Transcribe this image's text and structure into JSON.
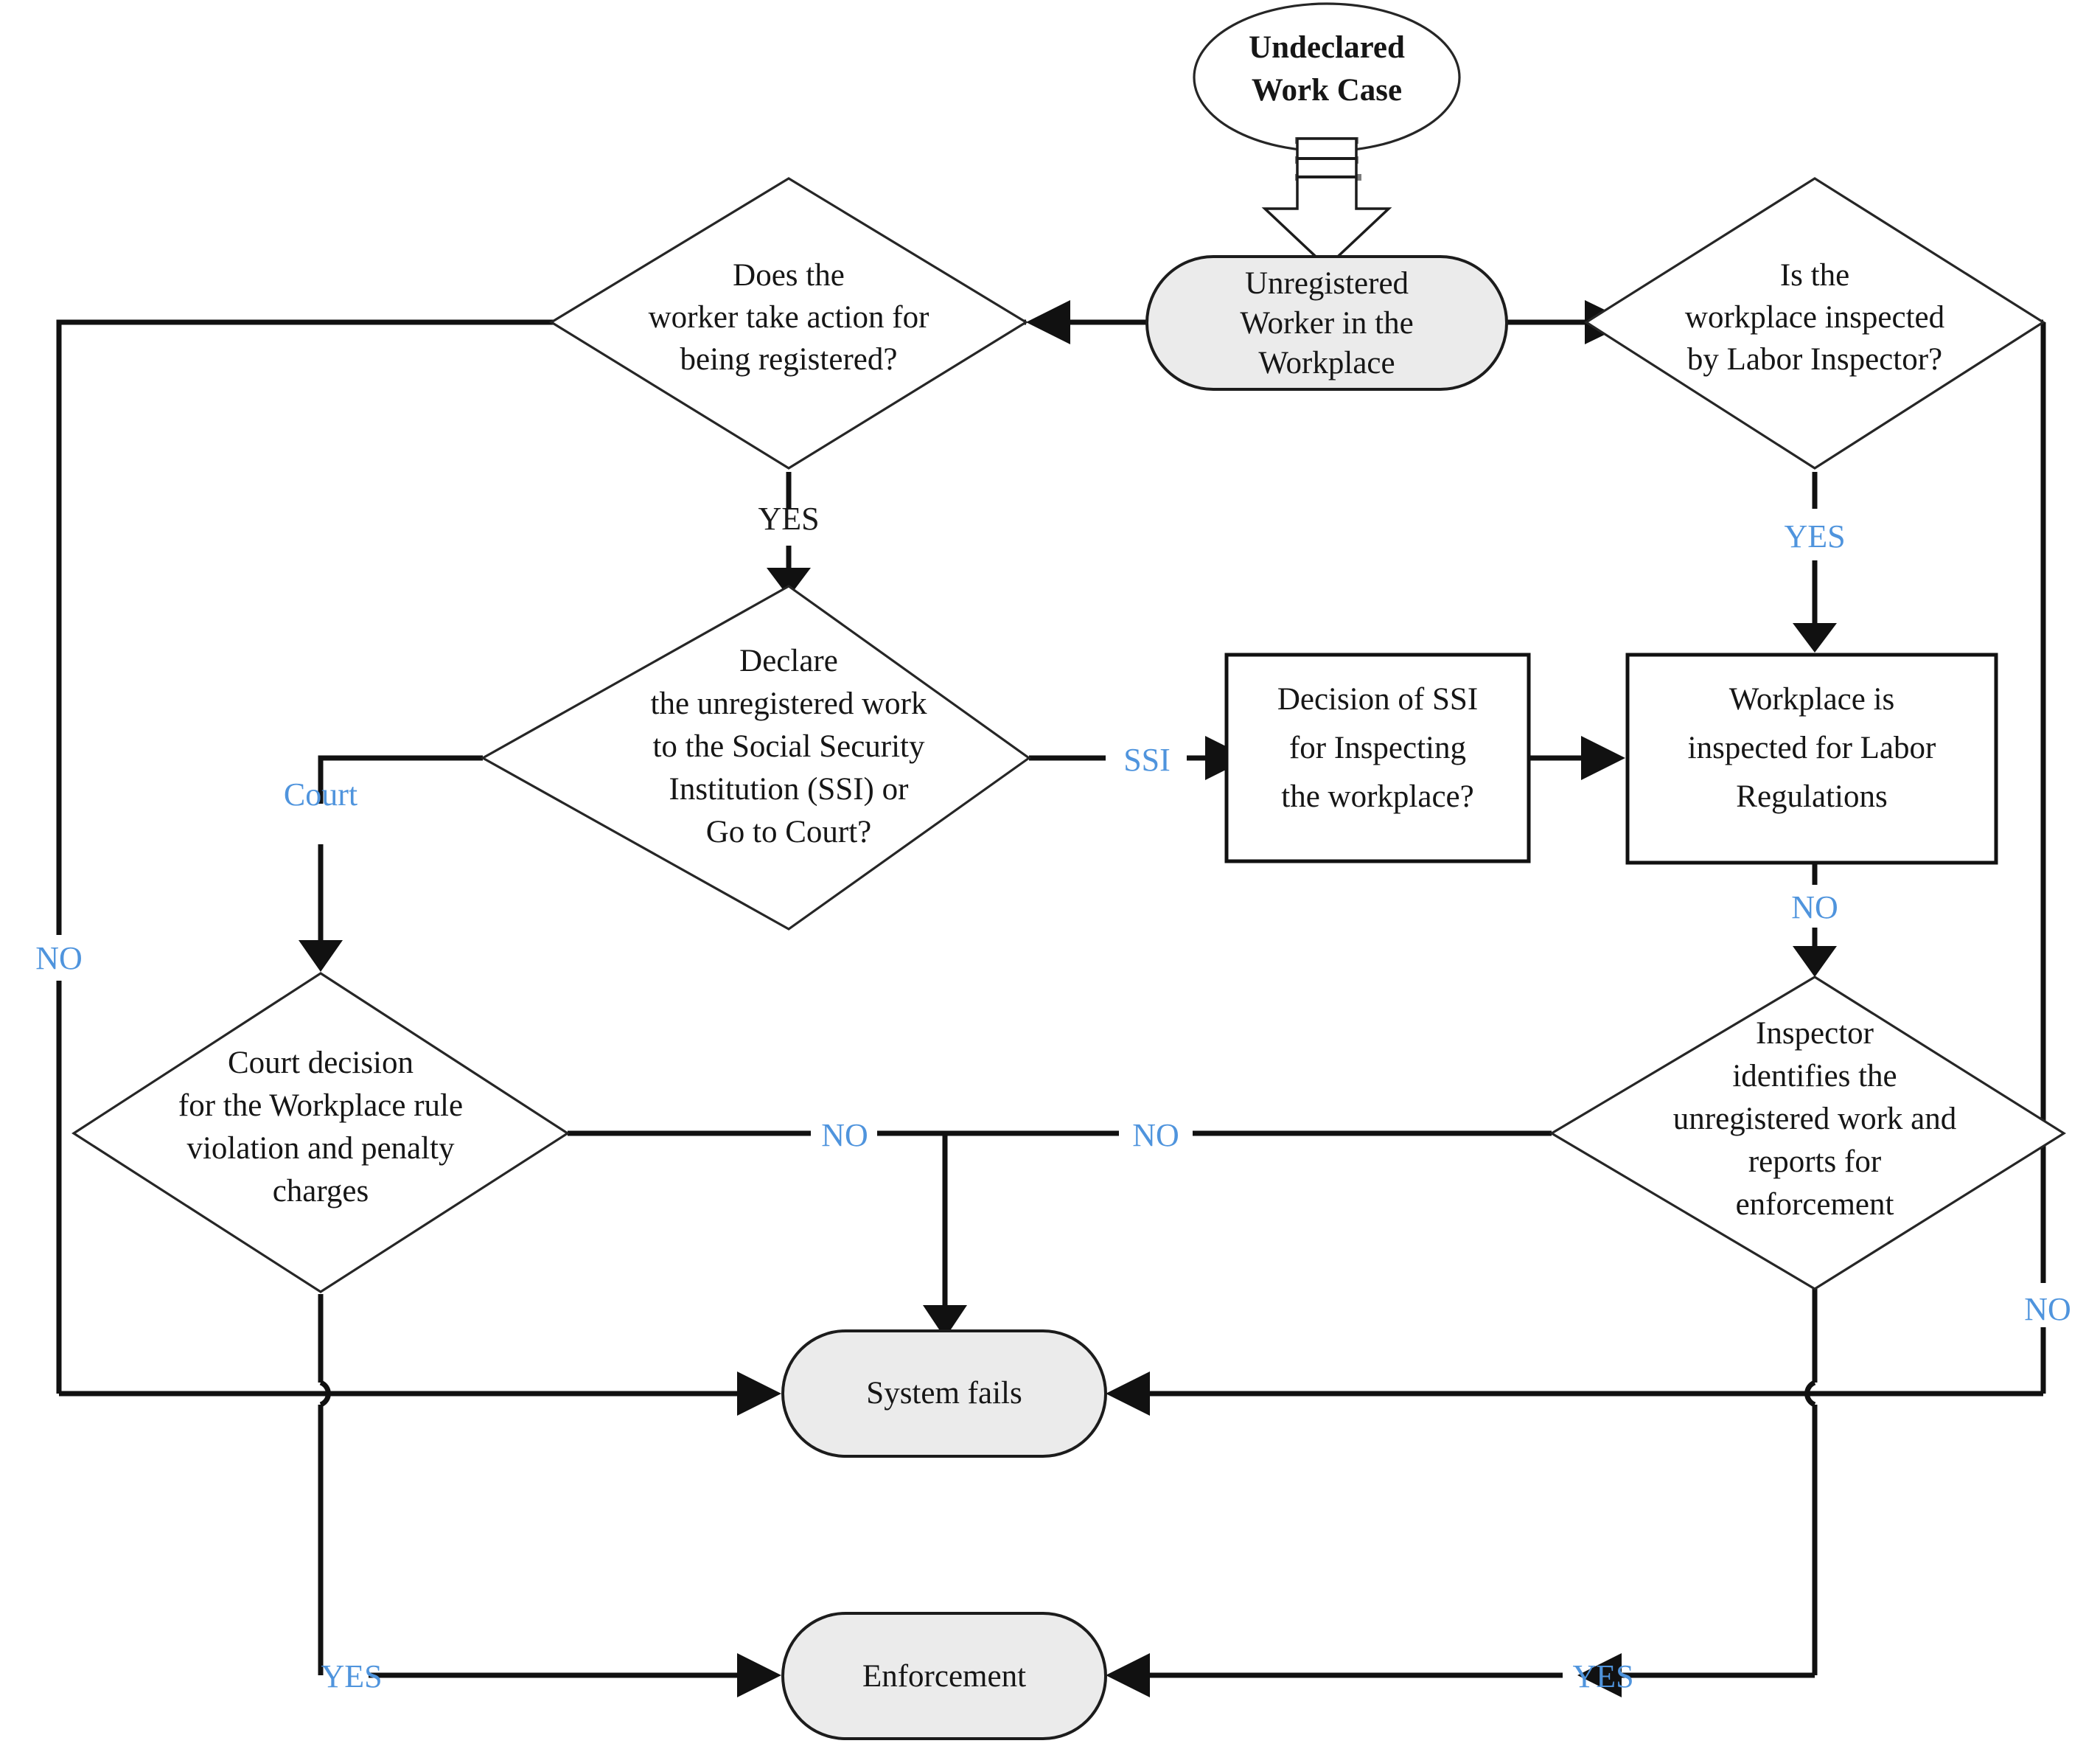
{
  "diagram": {
    "title": "Undeclared Work Case",
    "colors": {
      "edge_label_blue": "#4f94dd",
      "node_fill_gray": "#ebebeb",
      "node_fill_white": "#ffffff",
      "stroke": "#111111",
      "text": "#161616"
    }
  },
  "nodes": {
    "start": {
      "id": "start",
      "shape": "ellipse",
      "lines": [
        "Undeclared",
        "Work Case"
      ]
    },
    "unregistered_worker": {
      "id": "unregistered-worker",
      "shape": "rounded",
      "lines": [
        "Unregistered",
        "Worker in the",
        "Workplace"
      ]
    },
    "worker_action": {
      "id": "worker-action",
      "shape": "diamond",
      "lines": [
        "Does the",
        "worker take action for",
        "being registered?"
      ]
    },
    "workplace_inspected": {
      "id": "workplace-inspected",
      "shape": "diamond",
      "lines": [
        "Is the",
        "workplace inspected",
        "by Labor Inspector?"
      ]
    },
    "declare_or_court": {
      "id": "declare-or-court",
      "shape": "diamond",
      "lines": [
        "Declare",
        "the unregistered work",
        "to the Social Security",
        "Institution (SSI)  or",
        "Go to Court?"
      ]
    },
    "ssi_decision": {
      "id": "ssi-decision",
      "shape": "rectangle",
      "lines": [
        "Decision of SSI",
        "for Inspecting",
        "the workplace?"
      ]
    },
    "labor_regulations": {
      "id": "labor-regulations",
      "shape": "rectangle",
      "lines": [
        "Workplace is",
        "inspected for Labor",
        "Regulations"
      ]
    },
    "court_decision": {
      "id": "court-decision",
      "shape": "diamond",
      "lines": [
        "Court decision",
        "for the Workplace rule",
        "violation and penalty",
        "charges"
      ]
    },
    "inspector_identifies": {
      "id": "inspector-identifies",
      "shape": "diamond",
      "lines": [
        "Inspector",
        "identifies the",
        "unregistered work and",
        "reports for",
        "enforcement"
      ]
    },
    "system_fails": {
      "id": "system-fails",
      "shape": "rounded",
      "lines": [
        "System fails"
      ]
    },
    "enforcement": {
      "id": "enforcement",
      "shape": "rounded",
      "lines": [
        "Enforcement"
      ]
    }
  },
  "edge_labels": {
    "worker_action_yes": "YES",
    "worker_action_no": "NO",
    "workplace_inspected_yes": "YES",
    "workplace_inspected_no": "NO",
    "declare_court": "Court",
    "declare_ssi": "SSI",
    "labor_regulations_no": "NO",
    "court_decision_no": "NO",
    "inspector_no": "NO",
    "court_decision_yes": "YES",
    "inspector_yes": "YES"
  }
}
